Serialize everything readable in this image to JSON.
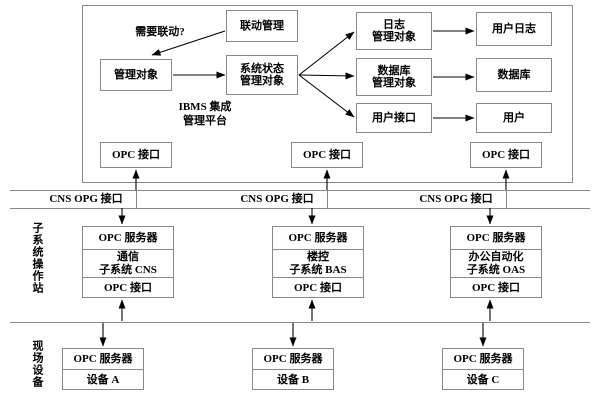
{
  "diagram": {
    "title_line1": "IBMS 集成",
    "title_line2": "管理平台",
    "annotation_linkage": "需要联动?",
    "platform": {
      "linkage_mgmt": "联动管理",
      "managed_object": "管理对象",
      "sys_state_l1": "系统状态",
      "sys_state_l2": "管理对象",
      "log_obj_l1": "日志",
      "log_obj_l2": "管理对象",
      "db_obj_l1": "数据库",
      "db_obj_l2": "管理对象",
      "user_iface": "用户接口",
      "user_log": "用户日志",
      "database": "数据库",
      "user": "用户",
      "opc_iface_left": "OPC 接口",
      "opc_iface_mid": "OPC 接口",
      "opc_iface_right": "OPC 接口"
    },
    "bus": {
      "cns_opg_left": "CNS  OPG 接口",
      "cns_opg_mid": "CNS  OPG 接口",
      "cns_opg_right": "CNS  OPG 接口"
    },
    "layers": {
      "subsystem_station": "子系统操作站",
      "field_device": "现场设备"
    },
    "subsystems": [
      {
        "server": "OPC 服务器",
        "name_l1": "通信",
        "name_l2": "子系统 CNS",
        "opc_iface": "OPC 接口"
      },
      {
        "server": "OPC 服务器",
        "name_l1": "楼控",
        "name_l2": "子系统 BAS",
        "opc_iface": "OPC 接口"
      },
      {
        "server": "OPC 服务器",
        "name_l1": "办公自动化",
        "name_l2": "子系统 OAS",
        "opc_iface": "OPC 接口"
      }
    ],
    "devices": [
      {
        "server": "OPC 服务器",
        "name": "设备 A"
      },
      {
        "server": "OPC 服务器",
        "name": "设备 B"
      },
      {
        "server": "OPC 服务器",
        "name": "设备 C"
      }
    ],
    "colors": {
      "stroke": "#888888",
      "arrow": "#000000",
      "background": "#ffffff",
      "text": "#000000"
    }
  }
}
